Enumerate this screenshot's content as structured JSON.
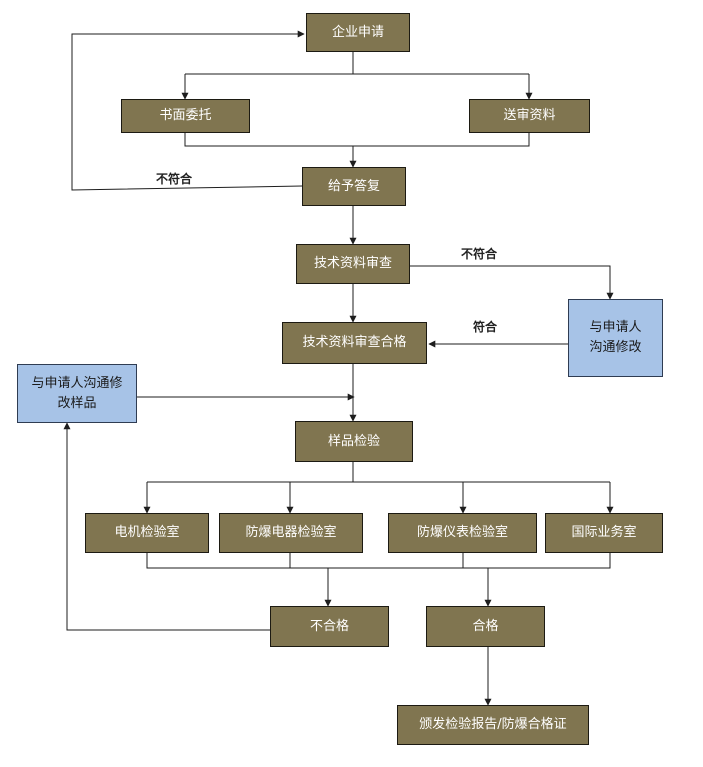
{
  "colors": {
    "process_fill": "#807550",
    "communication_fill": "#a7c3e7",
    "line": "#1e1e1e"
  },
  "nodes": {
    "apply": "企业申请",
    "written_entrust": "书面委托",
    "submit_materials": "送审资料",
    "reply": "给予答复",
    "tech_review": "技术资料审查",
    "tech_review_pass": "技术资料审查合格",
    "communicate_modify": "与申请人沟通修改",
    "communicate_modify_sample": "与申请人沟通修改样品",
    "sample_inspection": "样品检验",
    "motor_lab": "电机检验室",
    "explosion_electric_lab": "防爆电器检验室",
    "explosion_instrument_lab": "防爆仪表检验室",
    "international_office": "国际业务室",
    "fail": "不合格",
    "pass": "合格",
    "issue_certificate": "颁发检验报告/防爆合格证"
  },
  "edge_labels": {
    "nonconform_reply": "不符合",
    "nonconform_review": "不符合",
    "conform": "符合"
  }
}
